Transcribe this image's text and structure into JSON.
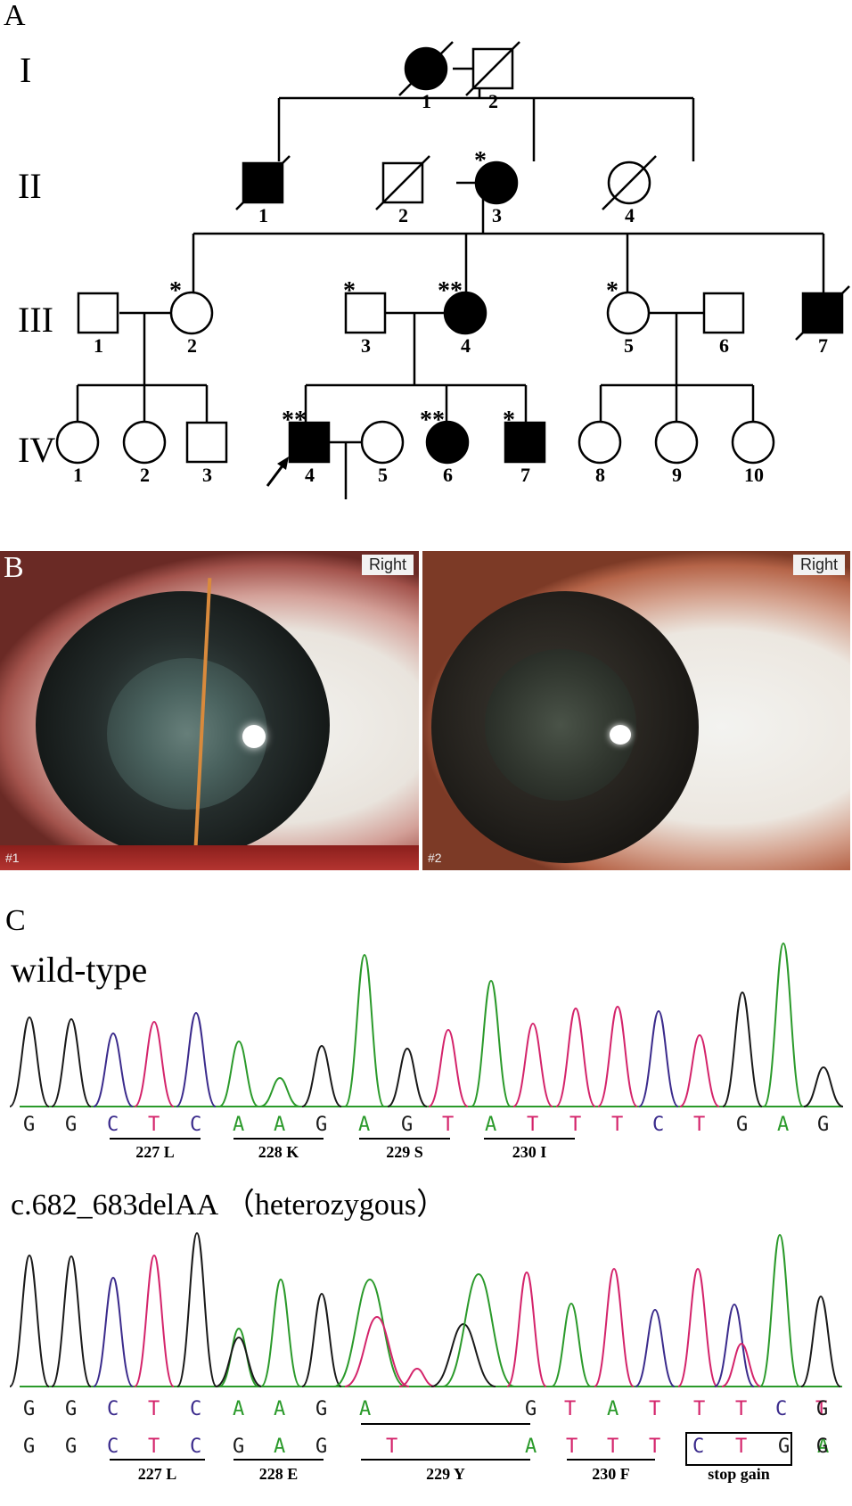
{
  "panels": {
    "a": "A",
    "b": "B",
    "c": "C"
  },
  "pedigree": {
    "generations": [
      "I",
      "II",
      "III",
      "IV"
    ],
    "individuals": [
      {
        "gen": "I",
        "id": "1",
        "sex": "female",
        "affected": true,
        "deceased": true,
        "marks": ""
      },
      {
        "gen": "I",
        "id": "2",
        "sex": "male",
        "affected": false,
        "deceased": true,
        "marks": ""
      },
      {
        "gen": "II",
        "id": "1",
        "sex": "male",
        "affected": true,
        "deceased": true,
        "marks": ""
      },
      {
        "gen": "II",
        "id": "2",
        "sex": "male",
        "affected": false,
        "deceased": true,
        "marks": ""
      },
      {
        "gen": "II",
        "id": "3",
        "sex": "female",
        "affected": true,
        "deceased": false,
        "marks": "*"
      },
      {
        "gen": "II",
        "id": "4",
        "sex": "female",
        "affected": false,
        "deceased": true,
        "marks": ""
      },
      {
        "gen": "III",
        "id": "1",
        "sex": "male",
        "affected": false,
        "deceased": false,
        "marks": ""
      },
      {
        "gen": "III",
        "id": "2",
        "sex": "female",
        "affected": false,
        "deceased": false,
        "marks": "*"
      },
      {
        "gen": "III",
        "id": "3",
        "sex": "male",
        "affected": false,
        "deceased": false,
        "marks": "*"
      },
      {
        "gen": "III",
        "id": "4",
        "sex": "female",
        "affected": true,
        "deceased": false,
        "marks": "**"
      },
      {
        "gen": "III",
        "id": "5",
        "sex": "female",
        "affected": false,
        "deceased": false,
        "marks": "*"
      },
      {
        "gen": "III",
        "id": "6",
        "sex": "male",
        "affected": false,
        "deceased": false,
        "marks": ""
      },
      {
        "gen": "III",
        "id": "7",
        "sex": "male",
        "affected": true,
        "deceased": true,
        "marks": ""
      },
      {
        "gen": "IV",
        "id": "1",
        "sex": "female",
        "affected": false,
        "deceased": false,
        "marks": ""
      },
      {
        "gen": "IV",
        "id": "2",
        "sex": "female",
        "affected": false,
        "deceased": false,
        "marks": ""
      },
      {
        "gen": "IV",
        "id": "3",
        "sex": "male",
        "affected": false,
        "deceased": false,
        "marks": ""
      },
      {
        "gen": "IV",
        "id": "4",
        "sex": "male",
        "affected": true,
        "deceased": false,
        "marks": "**",
        "proband": true
      },
      {
        "gen": "IV",
        "id": "5",
        "sex": "female",
        "affected": false,
        "deceased": false,
        "marks": ""
      },
      {
        "gen": "IV",
        "id": "6",
        "sex": "female",
        "affected": true,
        "deceased": false,
        "marks": "**"
      },
      {
        "gen": "IV",
        "id": "7",
        "sex": "male",
        "affected": true,
        "deceased": false,
        "marks": "*"
      },
      {
        "gen": "IV",
        "id": "8",
        "sex": "female",
        "affected": false,
        "deceased": false,
        "marks": ""
      },
      {
        "gen": "IV",
        "id": "9",
        "sex": "female",
        "affected": false,
        "deceased": false,
        "marks": ""
      },
      {
        "gen": "IV",
        "id": "10",
        "sex": "female",
        "affected": false,
        "deceased": false,
        "marks": ""
      }
    ]
  },
  "photos": [
    {
      "eye_tag": "Right",
      "index": "#1"
    },
    {
      "eye_tag": "Right",
      "index": "#2"
    }
  ],
  "sequences": {
    "wild_type": {
      "title": "wild-type",
      "bases": [
        "G",
        "G",
        "C",
        "T",
        "C",
        "A",
        "A",
        "G",
        "A",
        "G",
        "T",
        "A",
        "T",
        "T",
        "T",
        "C",
        "T",
        "G",
        "A",
        "G"
      ],
      "codons": [
        "227 L",
        "228 K",
        "229 S",
        "230 I"
      ]
    },
    "mutant": {
      "title": "c.682_683delAA （heterozygous）",
      "bases_row1": [
        "G",
        "G",
        "C",
        "T",
        "C",
        "A",
        "A",
        "G",
        "A",
        "",
        "",
        "",
        "G",
        "T",
        "A",
        "T",
        "T",
        "T",
        "C",
        "T",
        "G"
      ],
      "bases_row2": [
        "G",
        "G",
        "C",
        "T",
        "C",
        "G",
        "A",
        "G",
        "",
        "T",
        "",
        "A",
        "T",
        "T",
        "T",
        "C",
        "T",
        "G",
        "A",
        "",
        "G"
      ],
      "codons": [
        "227 L",
        "228 E",
        "229 Y",
        "230 F",
        "stop gain"
      ]
    }
  },
  "colors": {
    "A": "#2b9a2b",
    "C": "#3b2b8c",
    "G": "#1a1a1a",
    "T": "#d4246b",
    "affected": "#000000"
  }
}
